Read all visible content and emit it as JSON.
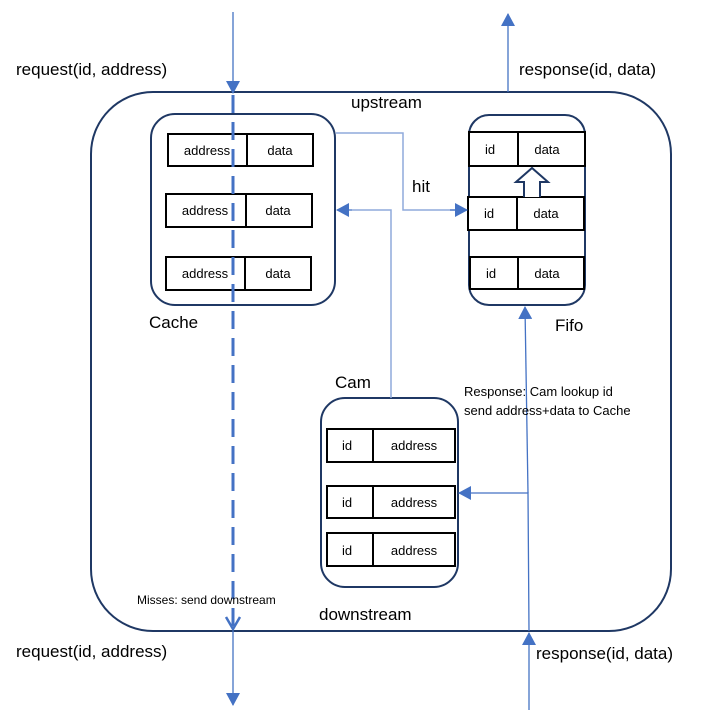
{
  "labels": {
    "request_top": "request(id, address)",
    "response_top": "response(id, data)",
    "request_bottom": "request(id, address)",
    "response_bottom": "response(id, data)",
    "upstream": "upstream",
    "downstream": "downstream",
    "hit": "hit",
    "misses": "Misses: send downstream",
    "response_note_1": "Response: Cam lookup id",
    "response_note_2": "send address+data to Cache"
  },
  "cache": {
    "title": "Cache",
    "rows": [
      [
        "address",
        "data"
      ],
      [
        "address",
        "data"
      ],
      [
        "address",
        "data"
      ]
    ]
  },
  "fifo": {
    "title": "Fifo",
    "rows": [
      [
        "id",
        "data"
      ],
      [
        "id",
        "data"
      ],
      [
        "id",
        "data"
      ]
    ]
  },
  "cam": {
    "title": "Cam",
    "rows": [
      [
        "id",
        "address"
      ],
      [
        "id",
        "address"
      ],
      [
        "id",
        "address"
      ]
    ]
  },
  "colors": {
    "arrow": "#4472c4",
    "border": "#1f3864"
  }
}
